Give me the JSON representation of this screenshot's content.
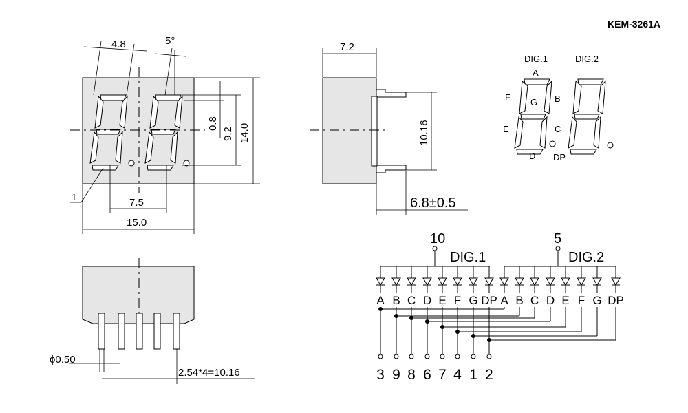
{
  "title": "KEM-3261A",
  "front_view": {
    "width_dim": "15.0",
    "height_dim": "14.0",
    "digit_height_dim": "9.2",
    "segment_width_dim": "0.8",
    "digit_pitch_dim": "7.5",
    "char_width_dim": "4.8",
    "slant_dim": "5°",
    "pin1_label": "1"
  },
  "side_view": {
    "depth_dim": "7.2",
    "pin_row_dim": "10.16",
    "pin_length_dim": "6.8±0.5"
  },
  "bottom_view": {
    "pin_dia_dim": "ϕ0.50",
    "pin_pitch_dim": "2.54*4=10.16"
  },
  "segment_diagram": {
    "dig1_label": "DIG.1",
    "dig2_label": "DIG.2",
    "seg_a": "A",
    "seg_b": "B",
    "seg_c": "C",
    "seg_d": "D",
    "seg_e": "E",
    "seg_f": "F",
    "seg_g": "G",
    "seg_dp": "DP"
  },
  "schematic": {
    "dig1_label": "DIG.1",
    "dig2_label": "DIG.2",
    "dig1_pin": "10",
    "dig2_pin": "5",
    "segments": [
      "A",
      "B",
      "C",
      "D",
      "E",
      "F",
      "G",
      "DP"
    ],
    "pins": [
      "3",
      "9",
      "8",
      "6",
      "7",
      "4",
      "1",
      "2"
    ]
  }
}
